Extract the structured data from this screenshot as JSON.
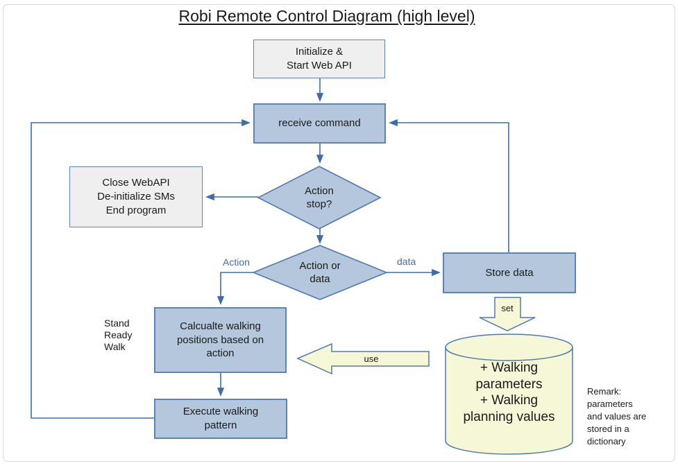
{
  "title": "Robi Remote Control Diagram (high level)",
  "palette": {
    "node_blue_fill": "#b4c7dc",
    "node_gray_fill": "#efefef",
    "node_border_blue": "#5b84b1",
    "connector_blue": "#3d6ca8",
    "block_arrow_yellow_fill": "#f6f7d7",
    "datastore_yellow_fill": "#f6f7d7",
    "branch_label_blue": "#3e6fae",
    "text_dark": "#1a1a1a"
  },
  "nodes": {
    "init": "Initialize &\nStart Web API",
    "receive": "receive command",
    "action_stop": "Action\nstop?",
    "close": "Close WebAPI\nDe-initialize SMs\nEnd program",
    "action_or_data": "Action or\ndata",
    "store": "Store data",
    "calculate": "Calcualte walking\npositions based on\naction",
    "execute": "Execute walking\npattern"
  },
  "datastore": {
    "text": "+ Walking\nparameters\n+ Walking\nplanning values"
  },
  "labels": {
    "action_branch": "Action",
    "data_branch": "data",
    "set_arrow": "set",
    "use_arrow": "use",
    "stand_list": "Stand\nReady\nWalk",
    "remark": "Remark:\nparameters\nand values are\nstored in a\ndictionary"
  }
}
